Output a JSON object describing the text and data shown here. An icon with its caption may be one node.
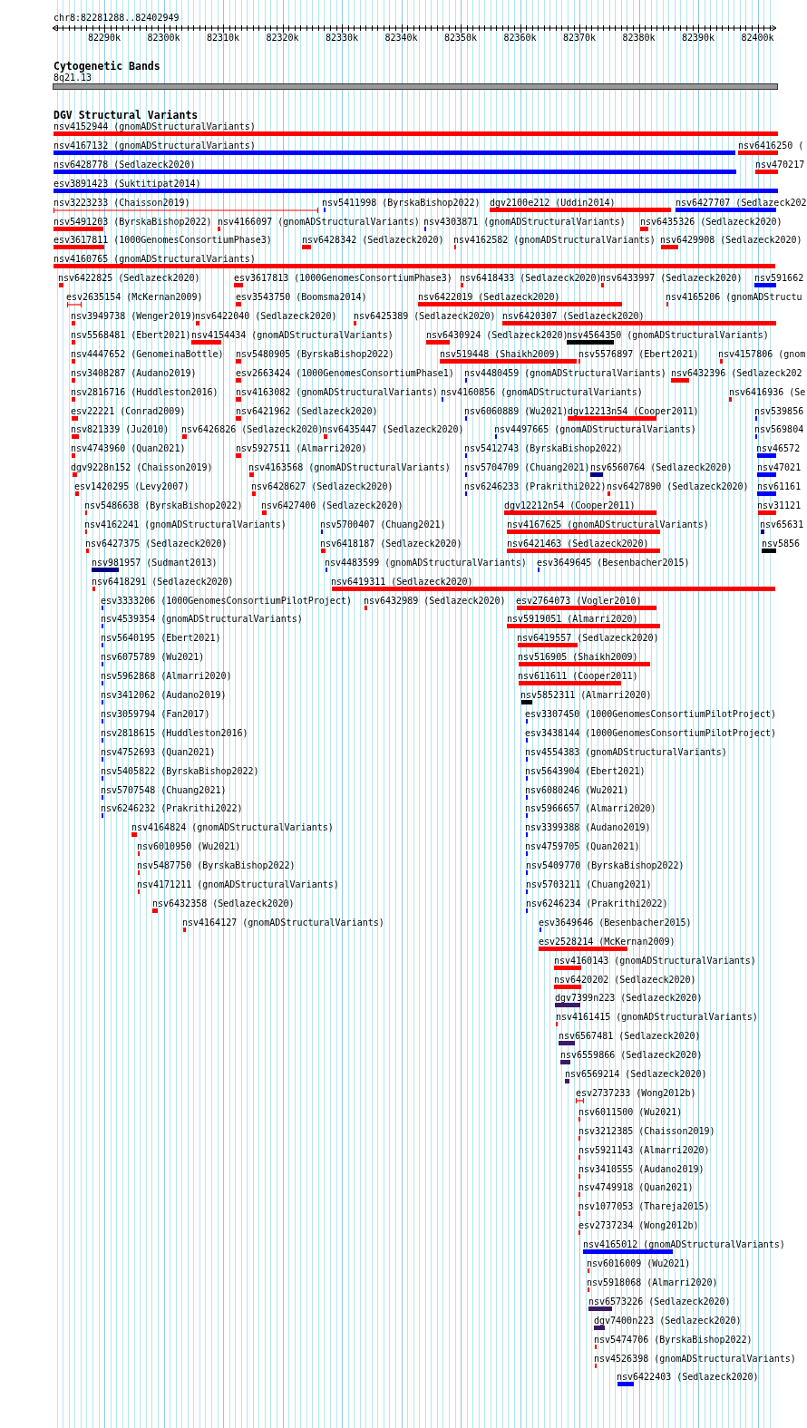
{
  "diagram": {
    "labels": [
      "chr8:82281288..82402949",
      "82290k",
      "82300k",
      "82310k",
      "82320k",
      "82330k",
      "82340k",
      "82350k",
      "82360k",
      "82370k",
      "82380k",
      "82390k",
      "82400k",
      "Cytogenetic Bands",
      "8q21.13",
      "DGV Structural Variants",
      "nsv4152944 (gnomADStructuralVariants)",
      "nsv4167132 (gnomADStructuralVariants)",
      "nsv6416250 (",
      "nsv6428778 (Sedlazeck2020)",
      "nsv470217",
      "esv3891423 (Suktitipat2014)",
      "nsv3223233 (Chaisson2019)",
      "nsv5411998 (ByrskaBishop2022)",
      "dgv2100e212 (Uddin2014)",
      "nsv6427707 (Sedlazeck202",
      "nsv5491203 (ByrskaBishop2022)",
      "nsv4166097 (gnomADStructuralVariants)",
      "nsv4303871 (gnomADStructuralVariants)",
      "nsv6435326 (Sedlazeck2020)",
      "esv3617811 (1000GenomesConsortiumPhase3)",
      "nsv6428342 (Sedlazeck2020)",
      "nsv4162582 (gnomADStructuralVariants)",
      "nsv6429908 (Sedlazeck2020)",
      "nsv4160765 (gnomADStructuralVariants)",
      "nsv6422825 (Sedlazeck2020)",
      "esv3617813 (1000GenomesConsortiumPhase3)",
      "nsv6418433 (Sedlazeck2020)",
      "nsv6433997 (Sedlazeck2020)",
      "nsv591662",
      "esv2635154 (McKernan2009)",
      "esv3543750 (Boomsma2014)",
      "nsv6422019 (Sedlazeck2020)",
      "nsv4165206 (gnomADStructu",
      "nsv3949738 (Wenger2019)",
      "nsv6422040 (Sedlazeck2020)",
      "nsv6425389 (Sedlazeck2020)",
      "nsv6420307 (Sedlazeck2020)",
      "nsv5568481 (Ebert2021)",
      "nsv4154434 (gnomADStructuralVariants)",
      "nsv6430924 (Sedlazeck2020)",
      "nsv4564350 (gnomADStructuralVariants)",
      "nsv4447652 (GenomeinaBottle)",
      "nsv5480905 (ByrskaBishop2022)",
      "nsv519448 (Shaikh2009)",
      "nsv5576897 (Ebert2021)",
      "nsv4157806 (gnom",
      "nsv3408287 (Audano2019)",
      "esv2663424 (1000GenomesConsortiumPhase1)",
      "nsv4480459 (gnomADStructuralVariants)",
      "nsv6432396 (Sedlazeck202",
      "nsv2816716 (Huddleston2016)",
      "nsv4163082 (gnomADStructuralVariants)",
      "nsv4160856 (gnomADStructuralVariants)",
      "nsv6416936 (Se",
      "esv22221 (Conrad2009)",
      "nsv6421962 (Sedlazeck2020)",
      "nsv6060889 (Wu2021)",
      "dgv12213n54 (Cooper2011)",
      "nsv539856",
      "nsv821339 (Ju2010)",
      "nsv6426826 (Sedlazeck2020)",
      "nsv6435447 (Sedlazeck2020)",
      "nsv4497665 (gnomADStructuralVariants)",
      "nsv569804",
      "nsv4743960 (Quan2021)",
      "nsv5927511 (Almarri2020)",
      "nsv5412743 (ByrskaBishop2022)",
      "nsv46572",
      "dgv9228n152 (Chaisson2019)",
      "nsv4163568 (gnomADStructuralVariants)",
      "nsv5704709 (Chuang2021)",
      "nsv6560764 (Sedlazeck2020)",
      "nsv47021",
      "esv1420295 (Levy2007)",
      "nsv6428627 (Sedlazeck2020)",
      "nsv6246233 (Prakrithi2022)",
      "nsv6427890 (Sedlazeck2020)",
      "nsv61161",
      "nsv5486638 (ByrskaBishop2022)",
      "nsv6427400 (Sedlazeck2020)",
      "dgv12212n54 (Cooper2011)",
      "nsv31121",
      "nsv4162241 (gnomADStructuralVariants)",
      "nsv5700407 (Chuang2021)",
      "nsv4167625 (gnomADStructuralVariants)",
      "nsv65631",
      "nsv6427375 (Sedlazeck2020)",
      "nsv6418187 (Sedlazeck2020)",
      "nsv6421463 (Sedlazeck2020)",
      "nsv5856",
      "nsv981957 (Sudmant2013)",
      "nsv4483599 (gnomADStructuralVariants)",
      "esv3649645 (Besenbacher2015)",
      "nsv6418291 (Sedlazeck2020)",
      "nsv6419311 (Sedlazeck2020)",
      "esv3333206 (1000GenomesConsortiumPilotProject)",
      "nsv6432989 (Sedlazeck2020)",
      "esv2764073 (Vogler2010)",
      "nsv4539354 (gnomADStructuralVariants)",
      "nsv5919051 (Almarri2020)",
      "nsv5640195 (Ebert2021)",
      "nsv6419557 (Sedlazeck2020)",
      "nsv6075789 (Wu2021)",
      "nsv516905 (Shaikh2009)",
      "nsv5962868 (Almarri2020)",
      "nsv611611 (Cooper2011)",
      "nsv3412062 (Audano2019)",
      "nsv5852311 (Almarri2020)",
      "nsv3059794 (Fan2017)",
      "esv3307450 (1000GenomesConsortiumPilotProject)",
      "nsv2818615 (Huddleston2016)",
      "esv3438144 (1000GenomesConsortiumPilotProject)",
      "nsv4752693 (Quan2021)",
      "nsv4554383 (gnomADStructuralVariants)",
      "nsv5405822 (ByrskaBishop2022)",
      "nsv5643904 (Ebert2021)",
      "nsv5707548 (Chuang2021)",
      "nsv6080246 (Wu2021)",
      "nsv6246232 (Prakrithi2022)",
      "nsv5966657 (Almarri2020)",
      "nsv4164824 (gnomADStructuralVariants)",
      "nsv3399388 (Audano2019)",
      "nsv6010950 (Wu2021)",
      "nsv4759705 (Quan2021)",
      "nsv5487750 (ByrskaBishop2022)",
      "nsv5409770 (ByrskaBishop2022)",
      "nsv4171211 (gnomADStructuralVariants)",
      "nsv5703211 (Chuang2021)",
      "nsv6432358 (Sedlazeck2020)",
      "nsv6246234 (Prakrithi2022)",
      "nsv4164127 (gnomADStructuralVariants)",
      "esv3649646 (Besenbacher2015)",
      "esv2528214 (McKernan2009)",
      "nsv4160143 (gnomADStructuralVariants)",
      "nsv6420202 (Sedlazeck2020)",
      "dgv7399n223 (Sedlazeck2020)",
      "nsv4161415 (gnomADStructuralVariants)",
      "nsv6567481 (Sedlazeck2020)",
      "nsv6559866 (Sedlazeck2020)",
      "nsv6569214 (Sedlazeck2020)",
      "esv2737233 (Wong2012b)",
      "nsv6011500 (Wu2021)",
      "nsv3212385 (Chaisson2019)",
      "nsv5921143 (Almarri2020)",
      "nsv3410555 (Audano2019)",
      "nsv4749918 (Quan2021)",
      "nsv1077053 (Thareja2015)",
      "esv2737234 (Wong2012b)",
      "nsv4165012 (gnomADStructuralVariants)",
      "nsv6016009 (Wu2021)",
      "nsv5918068 (Almarri2020)",
      "nsv6573226 (Sedlazeck2020)",
      "dgv7400n223 (Sedlazeck2020)",
      "nsv5474706 (ByrskaBishop2022)",
      "nsv4526398 (gnomADStructuralVariants)",
      "nsv6422403 (Sedlazeck2020)"
    ]
  }
}
